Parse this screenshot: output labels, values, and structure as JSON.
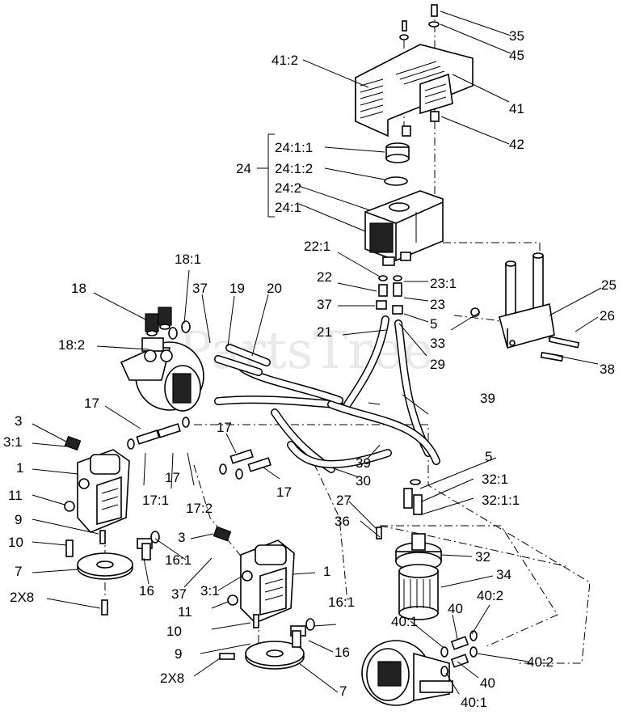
{
  "watermark": "PartsTree",
  "labels": {
    "l35": "35",
    "l45": "45",
    "l41_2": "41:2",
    "l41": "41",
    "l42": "42",
    "l24_1_1": "24:1:1",
    "l24": "24",
    "l24_1_2": "24:1:2",
    "l24_2": "24:2",
    "l24_1": "24:1",
    "l22_1": "22:1",
    "l22": "22",
    "l23_1": "23:1",
    "l23": "23",
    "l37a": "37",
    "l5a": "5",
    "l21": "21",
    "l33": "33",
    "l29": "29",
    "l25": "25",
    "l26": "26",
    "l38": "38",
    "l18_1": "18:1",
    "l18": "18",
    "l37b": "37",
    "l19": "19",
    "l20": "20",
    "l18_2": "18:2",
    "l17a": "17",
    "l3a": "3",
    "l3_1a": "3:1",
    "l1a": "1",
    "l11a": "11",
    "l9a": "9",
    "l10a": "10",
    "l7a": "7",
    "l2x8a": "2X8",
    "l17b": "17",
    "l17_1": "17:1",
    "l17_2": "17:2",
    "l17c": "17",
    "l17d": "17",
    "l39a": "39",
    "l39b": "39",
    "l30": "30",
    "l5b": "5",
    "l32_1": "32:1",
    "l32_1_1": "32:1:1",
    "l27": "27",
    "l36": "36",
    "l32": "32",
    "l34": "34",
    "l3b": "3",
    "l16_1a": "16:1",
    "l16a": "16",
    "l37c": "37",
    "l3_1b": "3:1",
    "l1b": "1",
    "l11b": "11",
    "l10b": "10",
    "l9b": "9",
    "l2x8b": "2X8",
    "l7b": "7",
    "l16_1b": "16:1",
    "l16b": "16",
    "l40_1a": "40:1",
    "l40a": "40",
    "l40_2a": "40:2",
    "l40_2b": "40:2",
    "l40b": "40",
    "l40_1b": "40:1"
  }
}
